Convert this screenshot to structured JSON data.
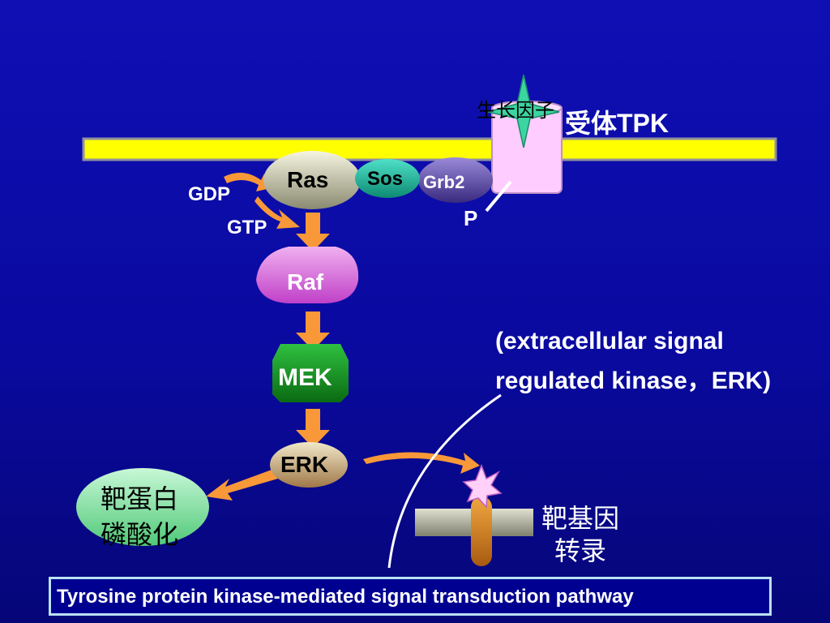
{
  "receptor": {
    "ligand": "生长因子",
    "label": "受体TPK",
    "phospho": "P"
  },
  "nodes": {
    "ras": "Ras",
    "sos": "Sos",
    "grb2": "Grb2",
    "gdp": "GDP",
    "gtp": "GTP",
    "raf": "Raf",
    "mek": "MEK",
    "erk": "ERK"
  },
  "annotation": {
    "line1": "(extracellular signal",
    "line2": "regulated kinase，ERK)"
  },
  "outputs": {
    "protein_line1": "靶蛋白",
    "protein_line2": "磷酸化",
    "gene_line1": "靶基因",
    "gene_line2": "转录"
  },
  "caption": "Tyrosine protein kinase-mediated signal transduction pathway"
}
